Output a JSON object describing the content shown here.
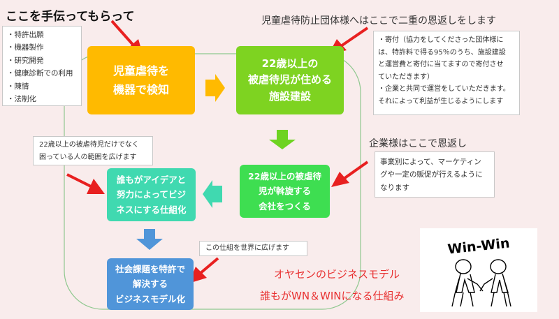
{
  "headings": {
    "top_left": "ここを手伝ってもらって",
    "top_right": "児童虐待防止団体様へはここで二重の恩返しをします",
    "middle_right": "企業様はここで恩返し"
  },
  "left_list": [
    "・特許出願",
    "・機器製作",
    "・研究開発",
    "・健康診断での利用",
    "・陳情",
    "・法制化"
  ],
  "right_note": [
    "・寄付（協力をしてくださった団体様に",
    "は、特許料で得る95％のうち、施設建設",
    "と運営費と寄付に当てますので寄付させ",
    "ていただきます）",
    "・企業と共同で運営をしていただきます。",
    "それによって利益が生じるようにします"
  ],
  "company_note": [
    "事業別によって、マーケティン",
    "グや一定の販促が行えるように",
    "なります"
  ],
  "range_note": [
    "22歳以上の被虐待児だけでなく",
    "困っている人の範囲を広げます"
  ],
  "world_note": "この仕組を世界に広げます",
  "boxes": {
    "detect": [
      "児童虐待を",
      "機器で検知"
    ],
    "facility": [
      "22歳以上の",
      "被虐待児が住める",
      "施設建設"
    ],
    "company": [
      "22歳以上の被虐待",
      "児が斡旋する",
      "会社をつくる"
    ],
    "ideas": [
      "誰もがアイデアと",
      "努力によってビジ",
      "ネスにする仕組化"
    ],
    "patent": [
      "社会課題を特許で",
      "解決する",
      "ビジネスモデル化"
    ]
  },
  "footer": {
    "line1": "オヤセンのビジネスモデル",
    "line2": "誰もがWN＆WINになる仕組み"
  },
  "logo_text": "Win-Win",
  "colors": {
    "orange": "#ffba00",
    "lime": "#7ed321",
    "green": "#3ede51",
    "teal": "#40d9b0",
    "blue": "#5095d9",
    "red_arrow": "#e82020",
    "red_text": "#e83030"
  }
}
